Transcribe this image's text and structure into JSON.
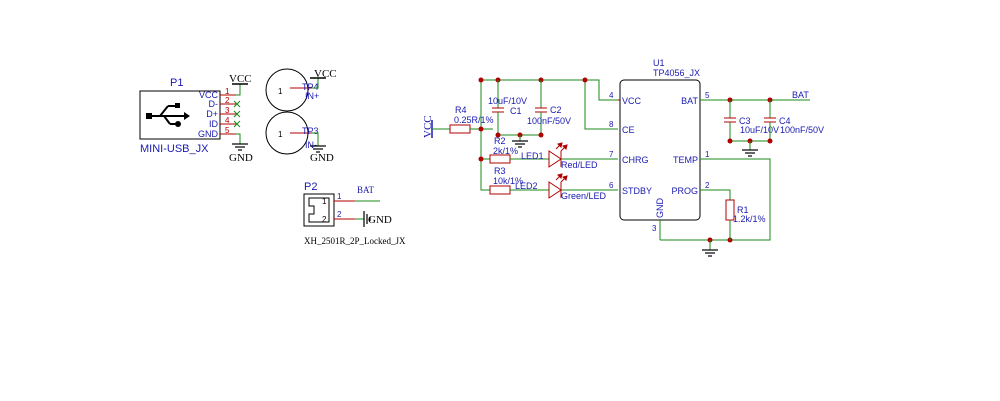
{
  "p1": {
    "ref": "P1",
    "value": "MINI-USB_JX",
    "pins": [
      {
        "num": "1",
        "name": "VCC"
      },
      {
        "num": "2",
        "name": "D-"
      },
      {
        "num": "3",
        "name": "D+"
      },
      {
        "num": "4",
        "name": "ID"
      },
      {
        "num": "5",
        "name": "GND"
      }
    ],
    "vcc": "VCC",
    "gnd": "GND"
  },
  "tp4": {
    "ref": "TP4",
    "net": "IN+",
    "pin": "1",
    "vcc": "VCC"
  },
  "tp3": {
    "ref": "TP3",
    "net": "IN-",
    "pin": "1",
    "gnd": "GND"
  },
  "p2": {
    "ref": "P2",
    "value": "XH_2501R_2P_Locked_JX",
    "pin1": "1",
    "pin2": "2",
    "bat": "BAT",
    "gnd": "GND"
  },
  "vcc_label": "VCC",
  "r4": {
    "ref": "R4",
    "value": "0.25R/1%"
  },
  "c1": {
    "ref": "C1",
    "value": "10uF/10V"
  },
  "c2": {
    "ref": "C2",
    "value": "100nF/50V"
  },
  "r2": {
    "ref": "R2",
    "value": "2k/1%"
  },
  "r3": {
    "ref": "R3",
    "value": "10k/1%"
  },
  "led1": {
    "ref": "LED1",
    "value": "Red/LED"
  },
  "led2": {
    "ref": "LED2",
    "value": "Green/LED"
  },
  "u1": {
    "ref": "U1",
    "value": "TP4056_JX",
    "left_pins": [
      {
        "num": "4",
        "name": "VCC"
      },
      {
        "num": "8",
        "name": "CE"
      },
      {
        "num": "7",
        "name": "CHRG"
      },
      {
        "num": "6",
        "name": "STDBY"
      }
    ],
    "right_pins": [
      {
        "num": "5",
        "name": "BAT"
      },
      {
        "num": "1",
        "name": "TEMP"
      },
      {
        "num": "2",
        "name": "PROG"
      }
    ],
    "bottom_pin": {
      "num": "3",
      "name": "GND"
    }
  },
  "bat_label": "BAT",
  "c3": {
    "ref": "C3",
    "value": "10uF/10V"
  },
  "c4": {
    "ref": "C4",
    "value": "100nF/50V"
  },
  "r1": {
    "ref": "R1",
    "value": "1.2k/1%"
  }
}
